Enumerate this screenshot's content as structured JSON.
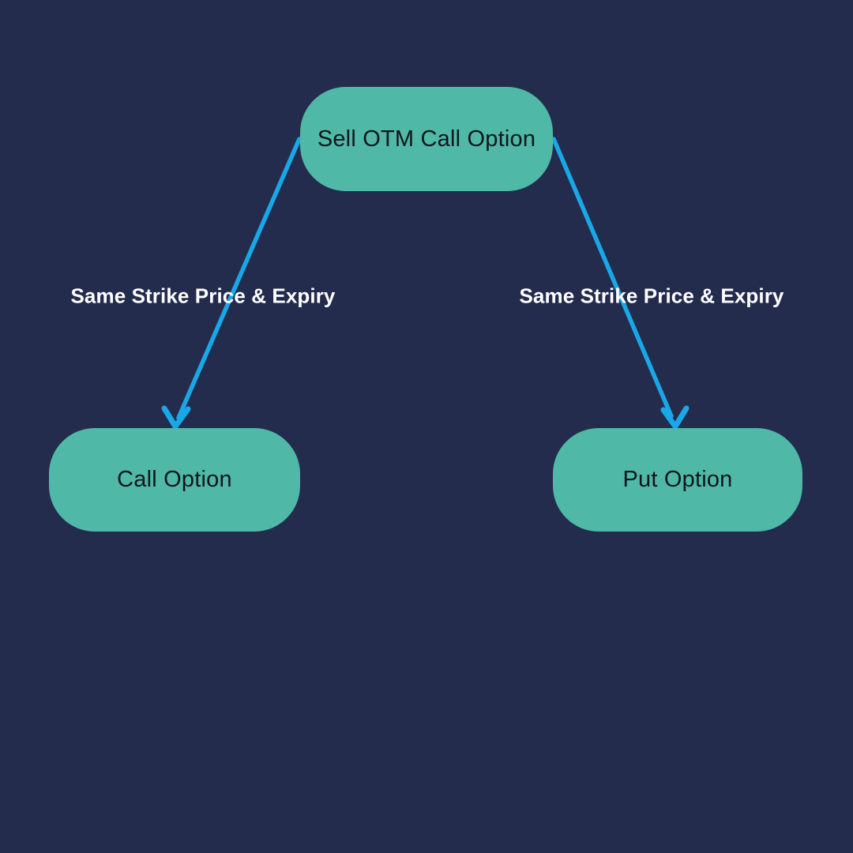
{
  "colors": {
    "bg": "#242c4e",
    "node_fill": "#4fb8a6",
    "node_text": "#10151c",
    "arrow": "#18a8e8",
    "label_text": "#ffffff"
  },
  "diagram": {
    "root_node": {
      "label": "Sell OTM Call Option"
    },
    "left_branch": {
      "edge_label": "Same Strike Price & Expiry",
      "node": {
        "label": "Call Option"
      }
    },
    "right_branch": {
      "edge_label": "Same Strike Price & Expiry",
      "node": {
        "label": "Put Option"
      }
    }
  }
}
